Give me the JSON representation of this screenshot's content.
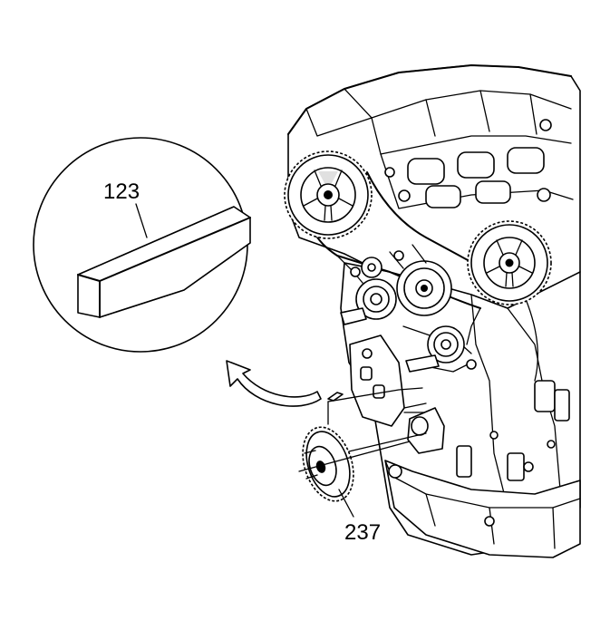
{
  "callouts": [
    {
      "id": "key",
      "text": "123"
    },
    {
      "id": "sprocket",
      "text": "237"
    }
  ]
}
